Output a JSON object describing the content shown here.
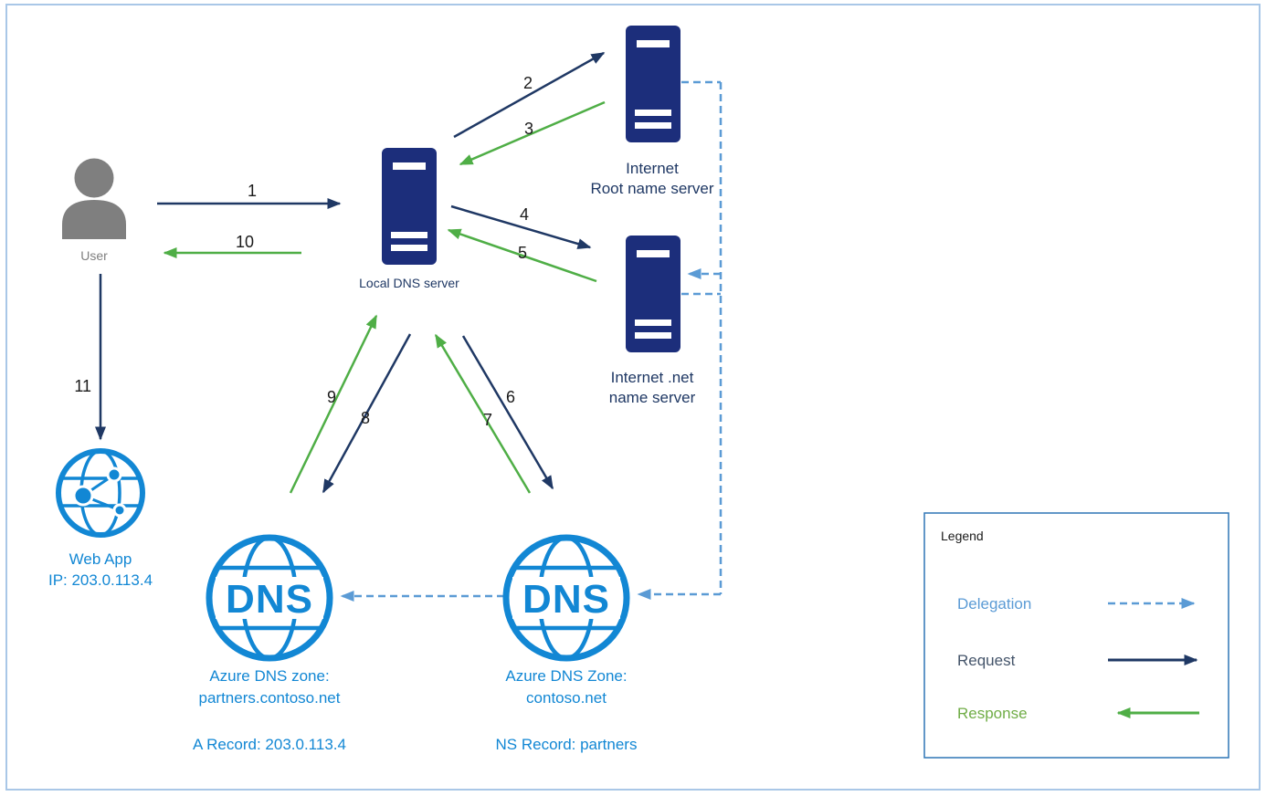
{
  "colors": {
    "request_navy": "#1f3864",
    "response_green": "#4fae46",
    "delegation_blue": "#5b9bd5",
    "azure_blue": "#1287d4",
    "server_navy": "#1c2e7b",
    "user_gray": "#7f7f7f",
    "border_blue": "#a9c7e7",
    "legend_border": "#2e75b6"
  },
  "nodes": {
    "user": {
      "label": "User"
    },
    "local_dns": {
      "label": "Local DNS server"
    },
    "root_name_server": {
      "line1": "Internet",
      "line2": "Root name server"
    },
    "net_name_server": {
      "line1": "Internet .net",
      "line2": "name server"
    },
    "web_app": {
      "name": "Web App",
      "ip": "IP: 203.0.113.4"
    },
    "zone_partners": {
      "icon_text": "DNS",
      "line1": "Azure DNS zone:",
      "line2": "partners.contoso.net",
      "record": "A Record: 203.0.113.4"
    },
    "zone_contoso": {
      "icon_text": "DNS",
      "line1": "Azure DNS Zone:",
      "line2": "contoso.net",
      "record": "NS Record: partners"
    }
  },
  "steps": [
    "1",
    "2",
    "3",
    "4",
    "5",
    "6",
    "7",
    "8",
    "9",
    "10",
    "11"
  ],
  "legend": {
    "title": "Legend",
    "items": [
      {
        "label": "Delegation",
        "line_style": "dashed",
        "color": "#5b9bd5"
      },
      {
        "label": "Request",
        "line_style": "solid",
        "color": "#1f3864"
      },
      {
        "label": "Response",
        "line_style": "solid",
        "color": "#4fae46"
      }
    ]
  }
}
